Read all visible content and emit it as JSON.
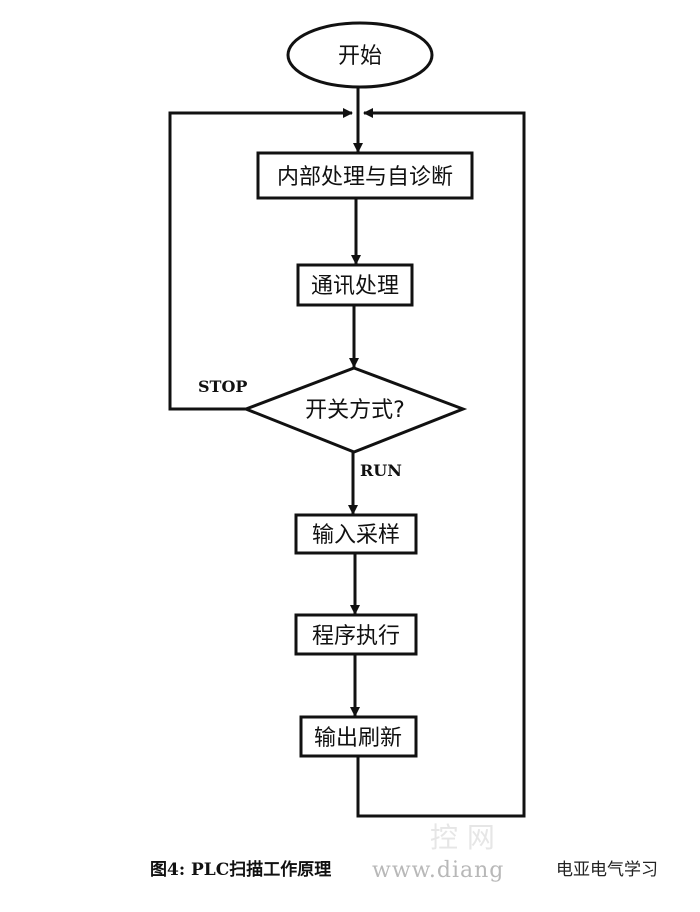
{
  "diagram": {
    "start": "开始",
    "steps": [
      {
        "id": "internal",
        "label": "内部处理与自诊断"
      },
      {
        "id": "comm",
        "label": "通讯处理"
      },
      {
        "id": "input",
        "label": "输入采样"
      },
      {
        "id": "exec",
        "label": "程序执行"
      },
      {
        "id": "output",
        "label": "输出刷新"
      }
    ],
    "decision": {
      "label": "开关方式?",
      "stop_label": "STOP",
      "run_label": "RUN"
    }
  },
  "caption": "图4: PLC扫描工作原理",
  "watermark": {
    "url": "www.diang",
    "big": "控 网",
    "brand": "电亚电气学习"
  }
}
